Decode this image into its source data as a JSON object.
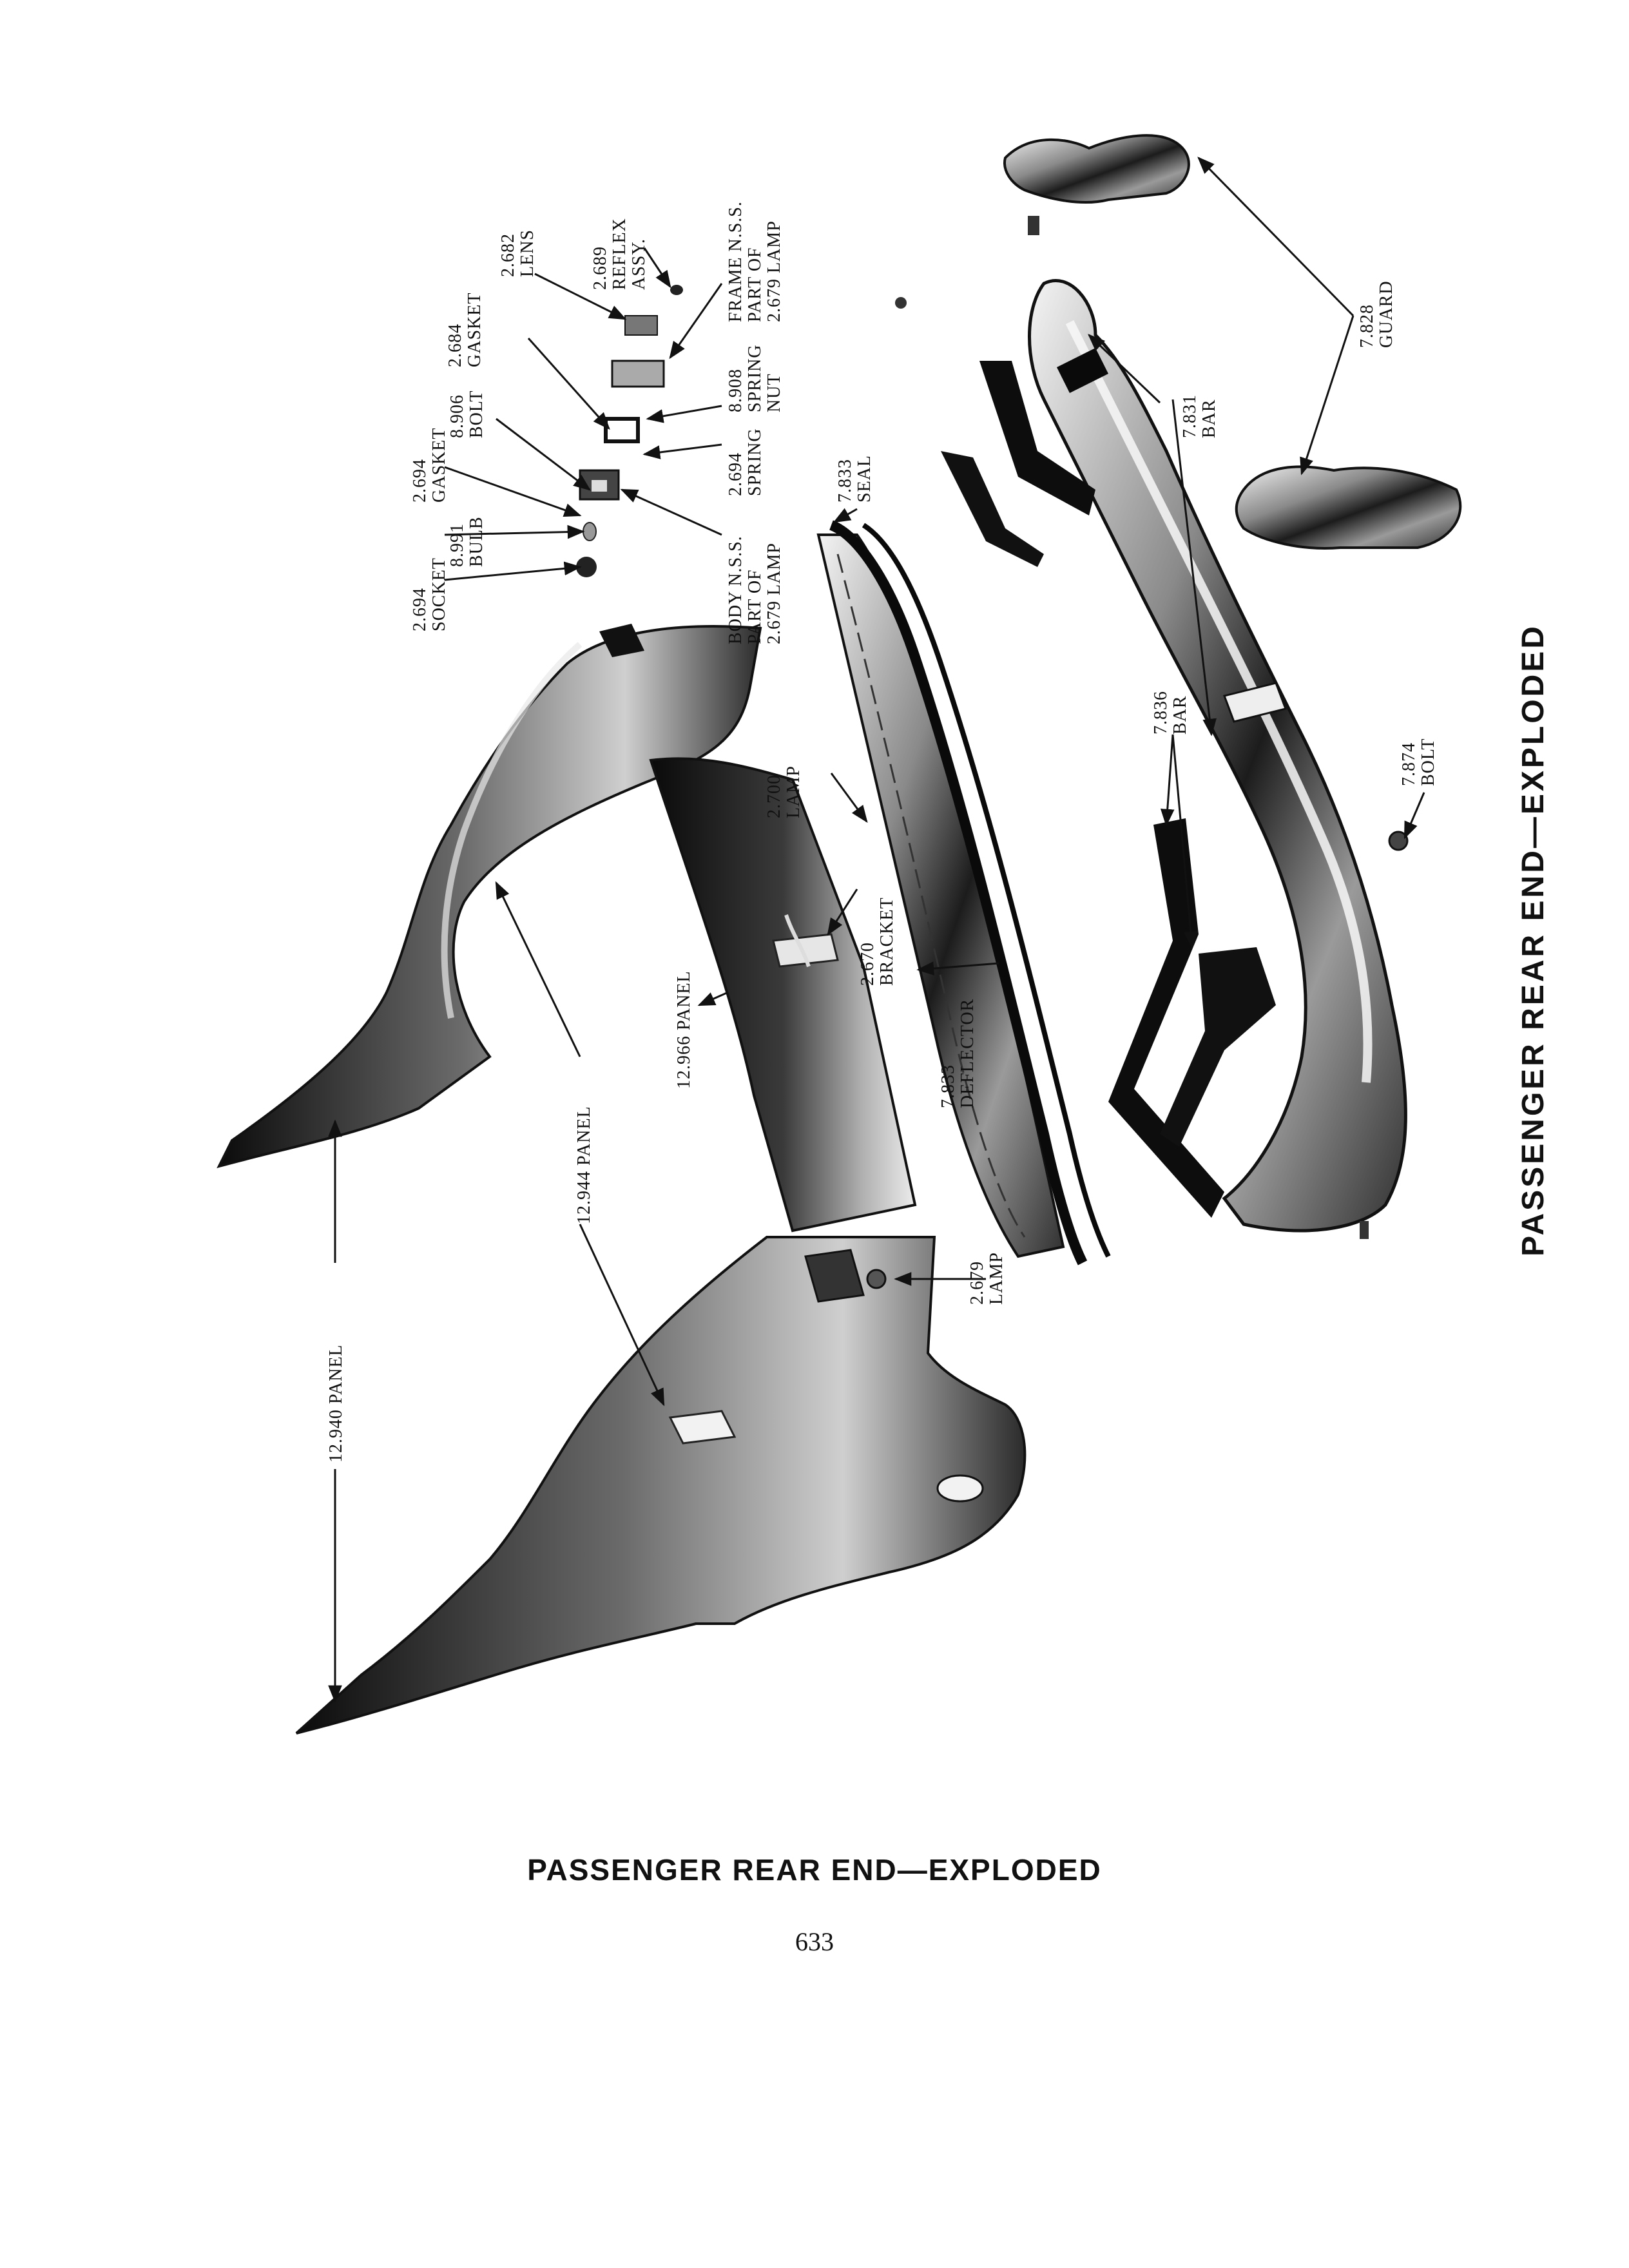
{
  "side_title": "PASSENGER REAR END—EXPLODED",
  "caption": "PASSENGER REAR END—EXPLODED",
  "page_number": "633",
  "callouts": {
    "socket": [
      "2.694",
      "SOCKET"
    ],
    "bulb": [
      "8.991",
      "BULB"
    ],
    "gasket_2694": [
      "2.694",
      "GASKET"
    ],
    "bolt_8906": [
      "8.906",
      "BOLT"
    ],
    "gasket_2684": [
      "2.684",
      "GASKET"
    ],
    "lens": [
      "2.682",
      "LENS"
    ],
    "reflex": [
      "2.689",
      "REFLEX",
      "ASSY."
    ],
    "frame": [
      "FRAME N.S.S.",
      "PART OF",
      "2.679 LAMP"
    ],
    "spring_nut": [
      "8.908",
      "SPRING",
      "NUT"
    ],
    "spring_2694": [
      "2.694",
      "SPRING"
    ],
    "body": [
      "BODY N.S.S.",
      "PART OF",
      "2.679 LAMP"
    ],
    "seal": [
      "7.833",
      "SEAL"
    ],
    "bar_7831": [
      "7.831",
      "BAR"
    ],
    "guard": [
      "7.828",
      "GUARD"
    ],
    "lamp_2700": [
      "2.700",
      "LAMP"
    ],
    "bracket": [
      "2.670",
      "BRACKET"
    ],
    "panel_12966": [
      "12.966 PANEL"
    ],
    "deflector": [
      "7.833",
      "DEFLECTOR"
    ],
    "bar_7836": [
      "7.836",
      "BAR"
    ],
    "bolt_7874": [
      "7.874",
      "BOLT"
    ],
    "panel_12944": [
      "12.944 PANEL"
    ],
    "panel_12940": [
      "12.940 PANEL"
    ],
    "lamp_2679": [
      "2.679",
      "LAMP"
    ]
  }
}
